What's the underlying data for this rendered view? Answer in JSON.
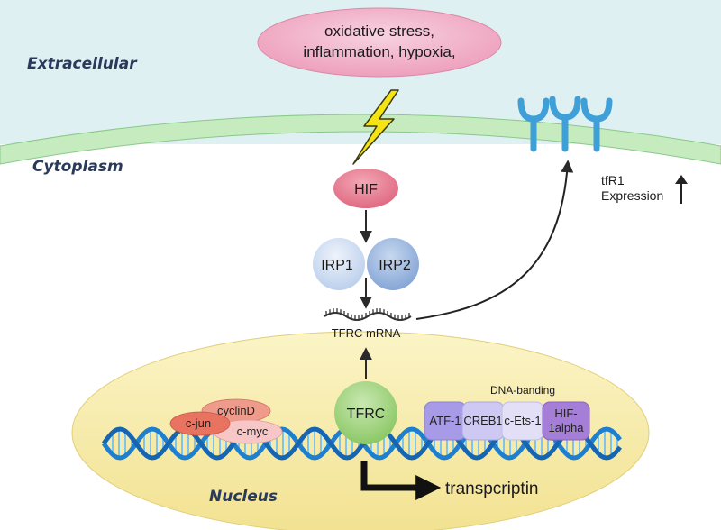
{
  "regions": {
    "extracellular": "Extracellular",
    "cytoplasm": "Cytoplasm",
    "nucleus": "Nucleus"
  },
  "stimulus": {
    "line1": "oxidative stress,",
    "line2": "inflammation,  hypoxia,"
  },
  "nodes": {
    "hif": "HIF",
    "irp1": "IRP1",
    "irp2": "IRP2",
    "mrna": "TFRC mRNA",
    "tfrc": "TFRC",
    "cyclind": "cyclinD",
    "cjun": "c-jun",
    "cmyc": "c-myc",
    "dna_binding": "DNA-banding",
    "atf1": "ATF-1",
    "creb1": "CREB1",
    "cets1": "c-Ets-1",
    "hif1alpha_1": "HIF-",
    "hif1alpha_2": "1alpha",
    "transcription": "transpcriptin",
    "tfr1_line1": "tfR1",
    "tfr1_line2": "Expression"
  },
  "colors": {
    "extracellular_bg": "#dff0f2",
    "membrane": "#c8ecc0",
    "nucleus": "#f6ecaa",
    "hif": "#e8788e",
    "stimulus": "#f1b7cc",
    "irp1": "#d2e0f3",
    "irp2": "#9ab7df",
    "receptor": "#3fa0d8",
    "atf1": "#a79be8",
    "creb1": "#cec9f2",
    "cets1": "#e3dff7",
    "hif1alpha": "#a57ed8",
    "dna_strand": "#1e7fcf"
  }
}
